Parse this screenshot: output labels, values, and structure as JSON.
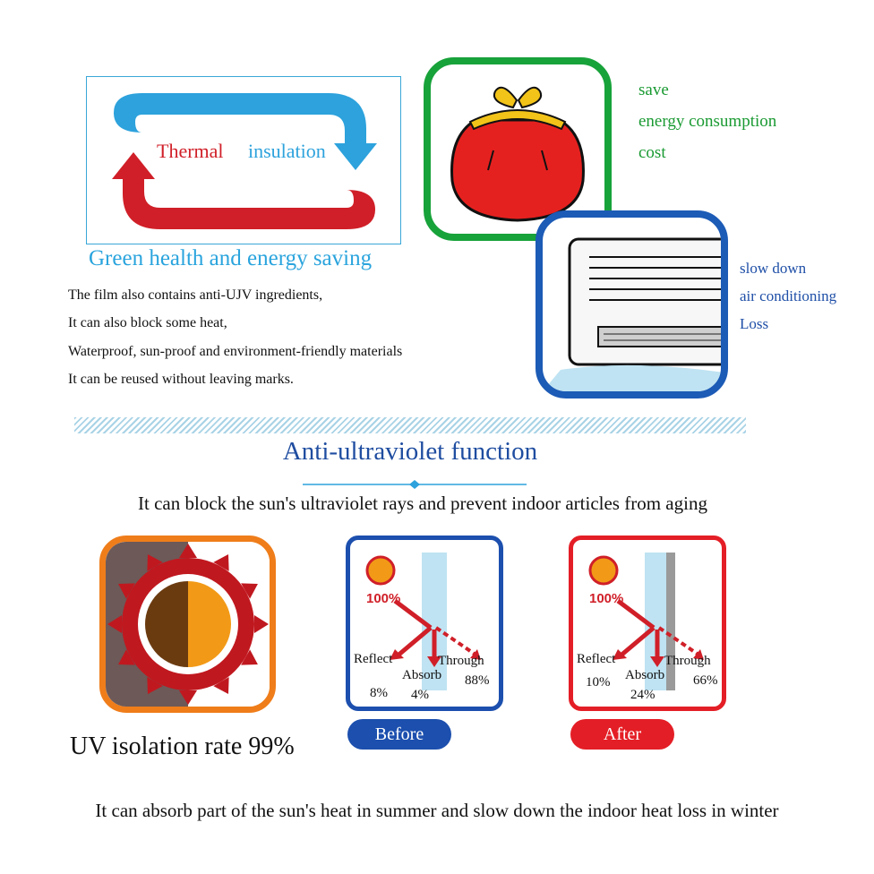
{
  "thermal": {
    "word_left": "Thermal",
    "word_right": "insulation"
  },
  "green_title": "Green health and energy saving",
  "description": [
    "The film also contains anti-UJV ingredients,",
    "It can also block some heat,",
    "Waterproof, sun-proof and environment-friendly materials",
    "It can be reused without leaving marks."
  ],
  "save_words": [
    "save",
    "energy consumption",
    "cost"
  ],
  "ac_words": [
    "slow down",
    "air conditioning",
    "Loss"
  ],
  "uv": {
    "title": "Anti-ultraviolet function",
    "subtitle": "It can block the sun's ultraviolet rays and prevent indoor articles from aging",
    "rate_text": "UV isolation rate 99%"
  },
  "before": {
    "label": "Before",
    "incoming": "100%",
    "reflect_label": "Reflect",
    "reflect_value": "8%",
    "absorb_label": "Absorb",
    "absorb_value": "4%",
    "through_label": "Through",
    "through_value": "88%"
  },
  "after": {
    "label": "After",
    "incoming": "100%",
    "reflect_label": "Reflect",
    "reflect_value": "10%",
    "absorb_label": "Absorb",
    "absorb_value": "24%",
    "through_label": "Through",
    "through_value": "66%"
  },
  "bottom_text": "It can absorb part of the sun's heat in summer and slow down the indoor heat loss in winter",
  "colors": {
    "blue": "#2da2dc",
    "red": "#d01f28",
    "green": "#18a23a",
    "navy": "#1c4fae",
    "orange": "#ef7d1a"
  },
  "icons": [
    "cycle-arrows-icon",
    "purse-icon",
    "air-conditioner-icon",
    "sun-icon",
    "glass-sun-diagram-icon"
  ]
}
